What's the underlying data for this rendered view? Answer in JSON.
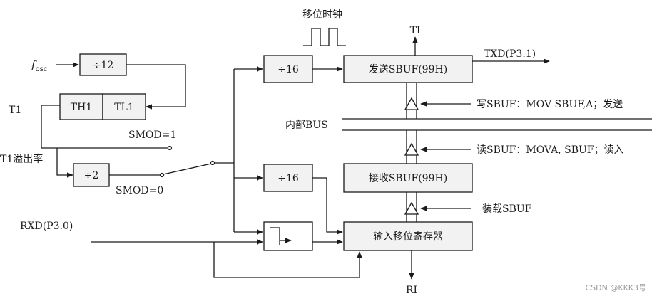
{
  "clock": {
    "label": "移位时钟"
  },
  "fosc": {
    "main": "f",
    "sub": "osc"
  },
  "blocks": {
    "div12": "÷12",
    "th1": "TH1",
    "tl1": "TL1",
    "div2": "÷2",
    "div16_top": "÷16",
    "div16_bottom": "÷16",
    "send_sbuf": "发送SBUF(99H)",
    "recv_sbuf": "接收SBUF(99H)",
    "shift_reg": "输入移位寄存器"
  },
  "labels": {
    "t1": "T1",
    "t1_overflow": "T1溢出率",
    "smod1": "SMOD=1",
    "smod0": "SMOD=0",
    "ti": "TI",
    "ri": "RI",
    "txd": "TXD(P3.1)",
    "rxd": "RXD(P3.0)",
    "internal_bus": "内部BUS",
    "write_sbuf": "写SBUF：MOV SBUF,A；发送",
    "read_sbuf": "读SBUF：MOVA, SBUF；读入",
    "load_sbuf": "装载SBUF"
  },
  "watermark": "CSDN @KKK3号"
}
